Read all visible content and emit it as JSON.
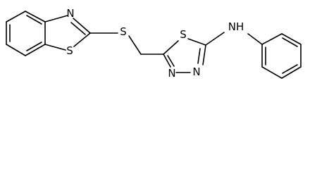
{
  "molecule": {
    "atoms": {
      "benzothiazole_nitrogen": "N",
      "benzothiazole_sulfur": "S",
      "thioether_sulfur": "S",
      "thiadiazole_sulfur": "S",
      "amine": "NH",
      "thiadiazole_nitrogen_1": "N",
      "thiadiazole_nitrogen_2": "N"
    }
  }
}
